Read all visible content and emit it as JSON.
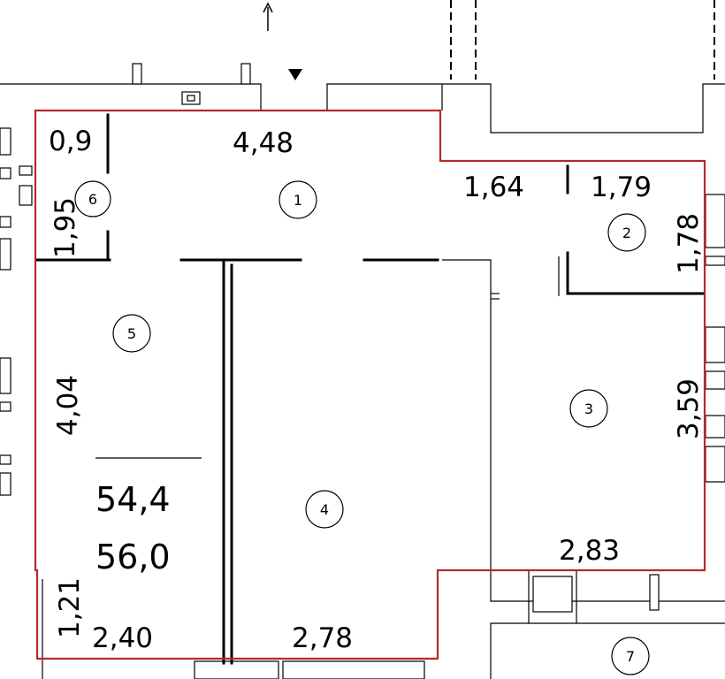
{
  "plan": {
    "dimensions": {
      "d_0_9": "0,9",
      "d_4_48": "4,48",
      "d_1_95": "1,95",
      "d_1_64": "1,64",
      "d_1_79": "1,79",
      "d_1_78": "1,78",
      "d_4_04": "4,04",
      "d_3_59": "3,59",
      "d_2_83": "2,83",
      "d_1_21": "1,21",
      "d_2_40": "2,40",
      "d_2_78": "2,78"
    },
    "areas": {
      "living_area": "54,4",
      "total_area": "56,0"
    },
    "rooms": {
      "r1": "1",
      "r2": "2",
      "r3": "3",
      "r4": "4",
      "r5": "5",
      "r6": "6",
      "r7": "7"
    },
    "colors": {
      "apartment_boundary": "#b52a2a",
      "walls": "#000000"
    },
    "icons": {
      "entrance": "arrow-up-icon",
      "entry_marker": "triangle-down-icon"
    }
  }
}
